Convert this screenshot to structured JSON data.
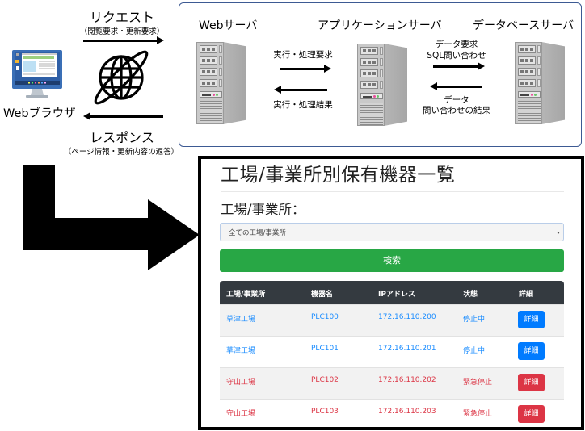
{
  "diagram": {
    "client": {
      "label": "Webブラウザ",
      "icon": "monitor-icon"
    },
    "network_icon": "globe-icon",
    "request": {
      "label": "リクエスト",
      "sublabel": "（閲覧要求・更新要求）"
    },
    "response": {
      "label": "レスポンス",
      "sublabel": "（ページ情報・更新内容の返答）"
    },
    "servers": [
      {
        "label": "Webサーバ",
        "icon": "server-icon"
      },
      {
        "label": "アプリケーションサーバ",
        "icon": "server-icon"
      },
      {
        "label": "データベースサーバ",
        "icon": "server-icon"
      }
    ],
    "web_to_app": {
      "request": "実行・処理要求",
      "response": "実行・処理結果"
    },
    "app_to_db": {
      "request_line1": "データ要求",
      "request_line2": "SQL問い合わせ",
      "response_line1": "データ",
      "response_line2": "問い合わせの結果"
    },
    "colors": {
      "group_border": "#3d5a93",
      "arrow": "#000000"
    }
  },
  "webpage": {
    "title": "工場/事業所別保有機器一覧",
    "filter_label": "工場/事業所：",
    "select_value": "全ての工場/事業所",
    "search_button": "検索",
    "table": {
      "headers": [
        "工場/事業所",
        "機器名",
        "IPアドレス",
        "状態",
        "詳細"
      ],
      "rows": [
        {
          "site": "草津工場",
          "device": "PLC100",
          "ip": "172.16.110.200",
          "status": "停止中",
          "detail": "詳細",
          "color": "#1a8cff",
          "btn_color": "#007bff"
        },
        {
          "site": "草津工場",
          "device": "PLC101",
          "ip": "172.16.110.201",
          "status": "停止中",
          "detail": "詳細",
          "color": "#1a8cff",
          "btn_color": "#007bff"
        },
        {
          "site": "守山工場",
          "device": "PLC102",
          "ip": "172.16.110.202",
          "status": "緊急停止",
          "detail": "詳細",
          "color": "#dc3545",
          "btn_color": "#dc3545"
        },
        {
          "site": "守山工場",
          "device": "PLC103",
          "ip": "172.16.110.203",
          "status": "緊急停止",
          "detail": "詳細",
          "color": "#dc3545",
          "btn_color": "#dc3545"
        }
      ]
    },
    "colors": {
      "search_button": "#28a745",
      "table_header": "#343a40",
      "info": "#007bff",
      "danger": "#dc3545"
    }
  }
}
